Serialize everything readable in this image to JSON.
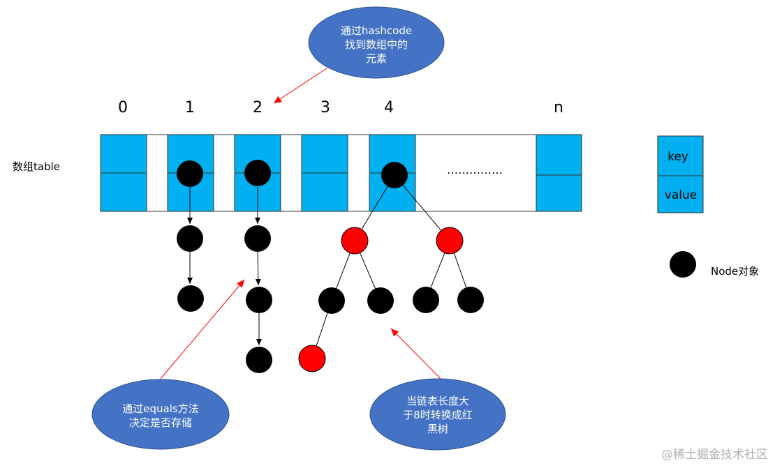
{
  "table_label": "数组table",
  "indices": [
    "0",
    "1",
    "2",
    "3",
    "4",
    "n"
  ],
  "ellipsis": "……………",
  "legend": {
    "key": "key",
    "value": "value",
    "node_label": "Node对象"
  },
  "callouts": {
    "hashcode": [
      "通过hashcode",
      "找到数组中的",
      "元素"
    ],
    "equals": [
      "通过equals方法",
      "决定是否存储"
    ],
    "treeify": [
      "当链表长度大",
      "于8时转换成红",
      "黑树"
    ]
  },
  "watermark": "@稀土掘金技术社区",
  "colors": {
    "cell": "#00b0f0",
    "node_black": "#000000",
    "node_red": "#ff0000",
    "bubble": "#4472c4",
    "arrow_red": "#ff0000"
  }
}
